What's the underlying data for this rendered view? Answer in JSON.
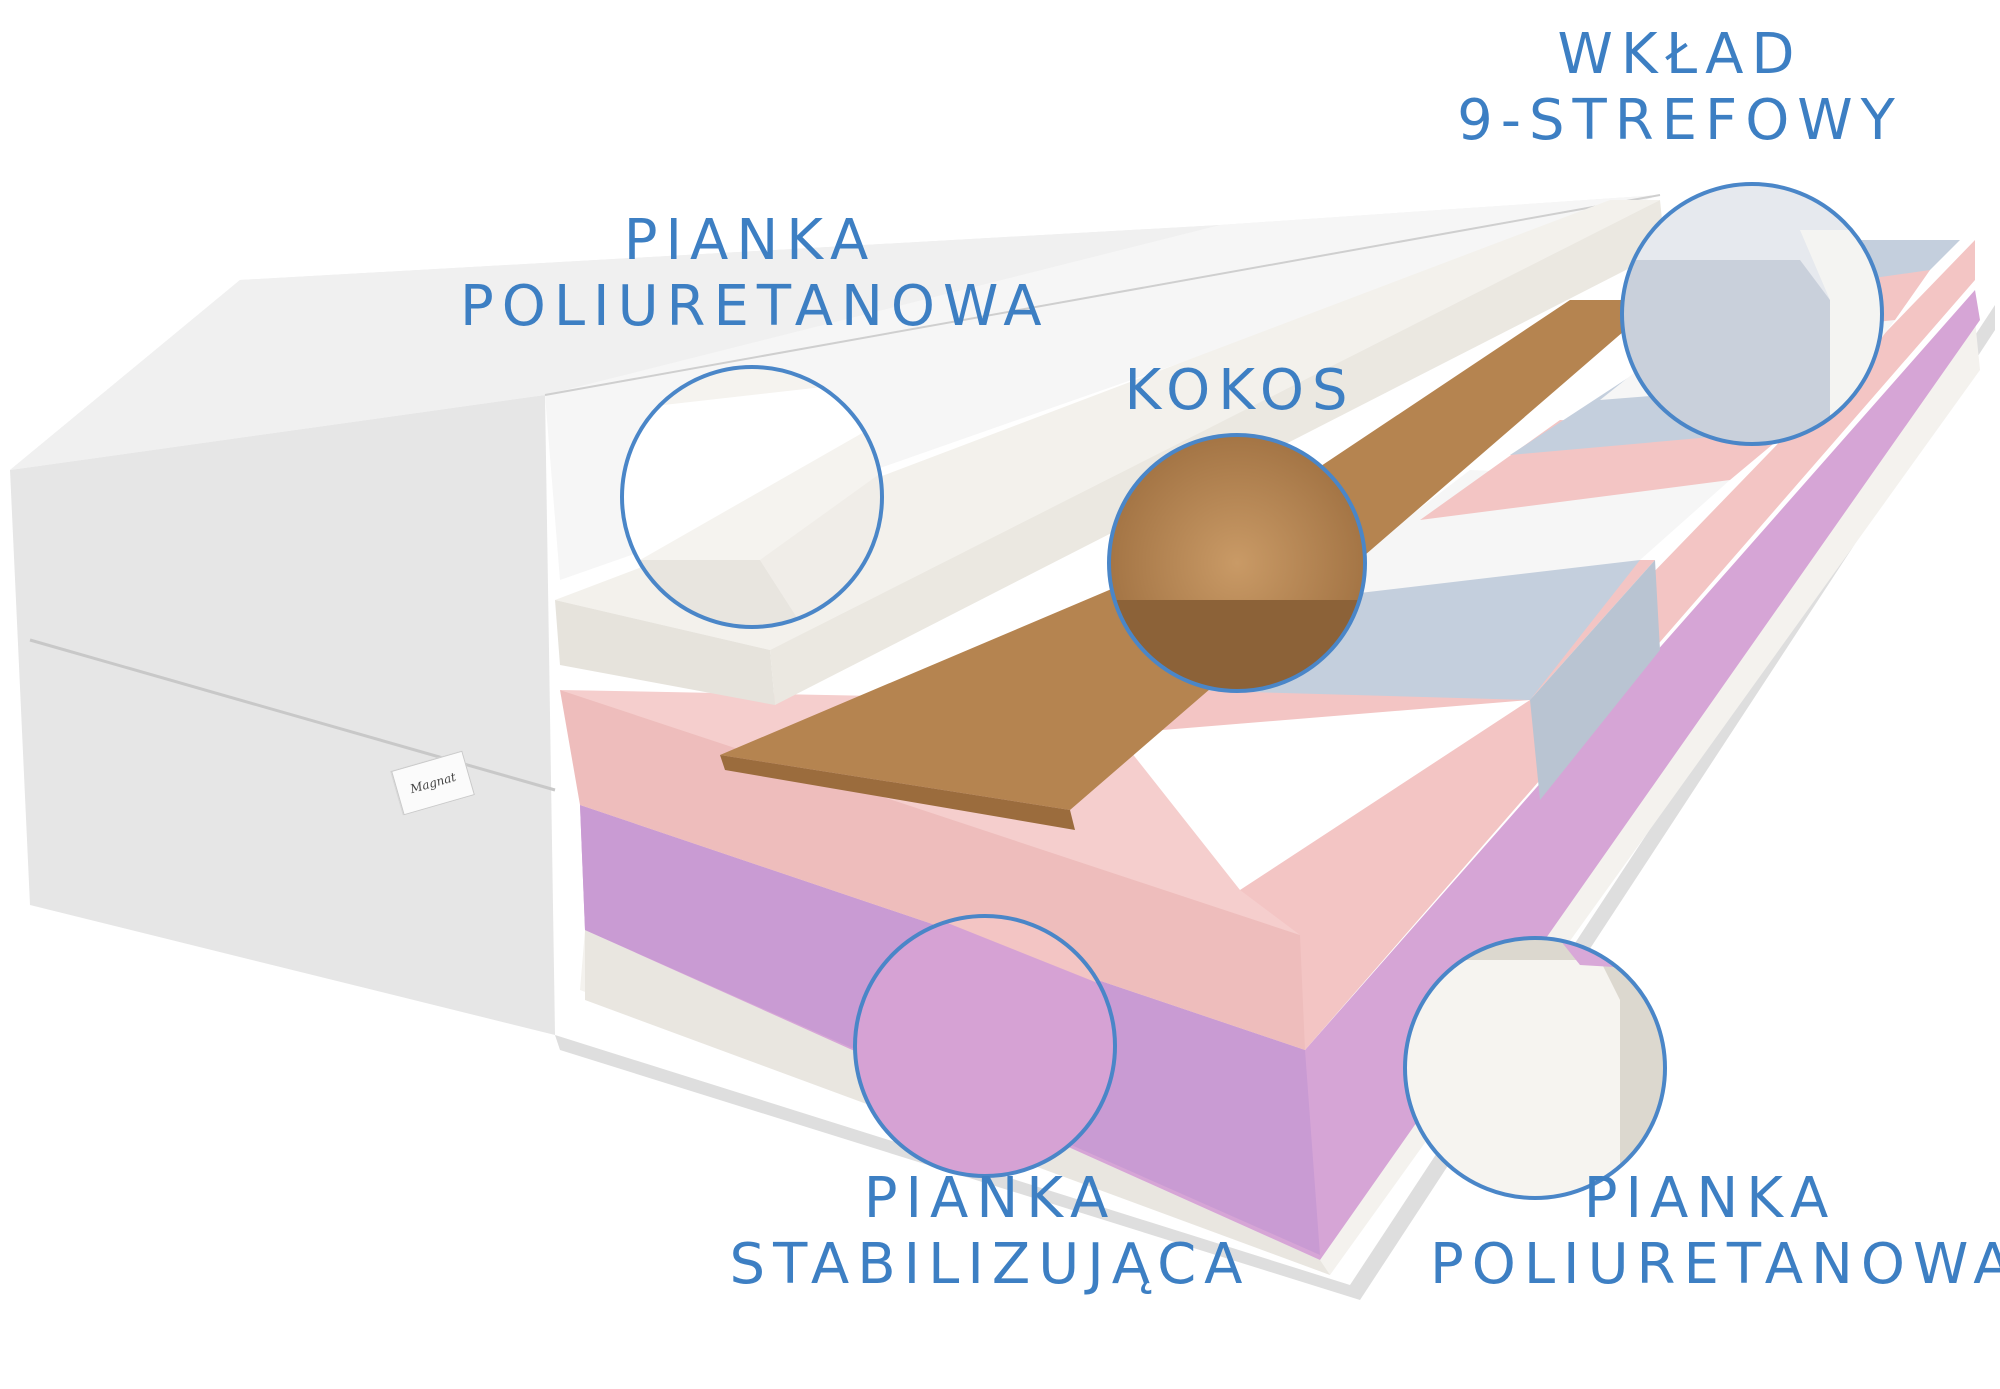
{
  "labels": {
    "top_foam": {
      "line1": "PIANKA",
      "line2": "POLIURETANOWA"
    },
    "coconut": "KOKOS",
    "zones": {
      "line1": "WKŁAD",
      "line2": "9-STREFOWY"
    },
    "stabilizing_foam": {
      "line1": "PIANKA",
      "line2": "STABILIZUJĄCA"
    },
    "bottom_foam": {
      "line1": "PIANKA",
      "line2": "POLIURETANOWA"
    }
  },
  "brand_tag": "Magnat",
  "colors": {
    "label_text": "#3d7fc3",
    "callout_ring": "#4a86c8",
    "cover": "#ececec",
    "white_foam": "#f3f1ec",
    "pink_foam": "#f3c5c4",
    "coconut": "#b58450",
    "blue_zone": "#c4cfdd",
    "lilac_foam": "#d6a5d6",
    "base_foam": "#f4f2ee"
  }
}
